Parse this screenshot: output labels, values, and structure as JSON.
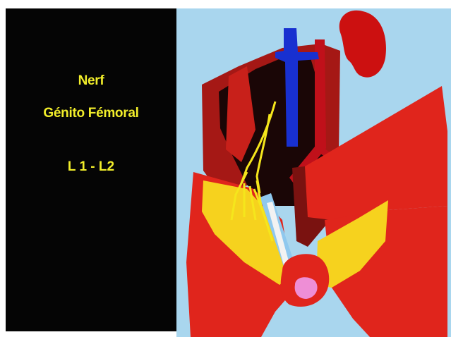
{
  "slide": {
    "title_line1": "Nerf",
    "title_line2": "Génito Fémoral",
    "level": "L 1 - L2"
  },
  "colors": {
    "background_panel": "#050505",
    "text": "#f2ee2a",
    "illustration_background": "#a9d6ee",
    "body_red": "#e0251c",
    "dark_red": "#a51815",
    "vena_cava": "#1830d0",
    "nerve_yellow": "#f5e61c",
    "fat_yellow": "#f6d21e",
    "kidney": "#cc1010",
    "pink": "#ee8ed6"
  }
}
